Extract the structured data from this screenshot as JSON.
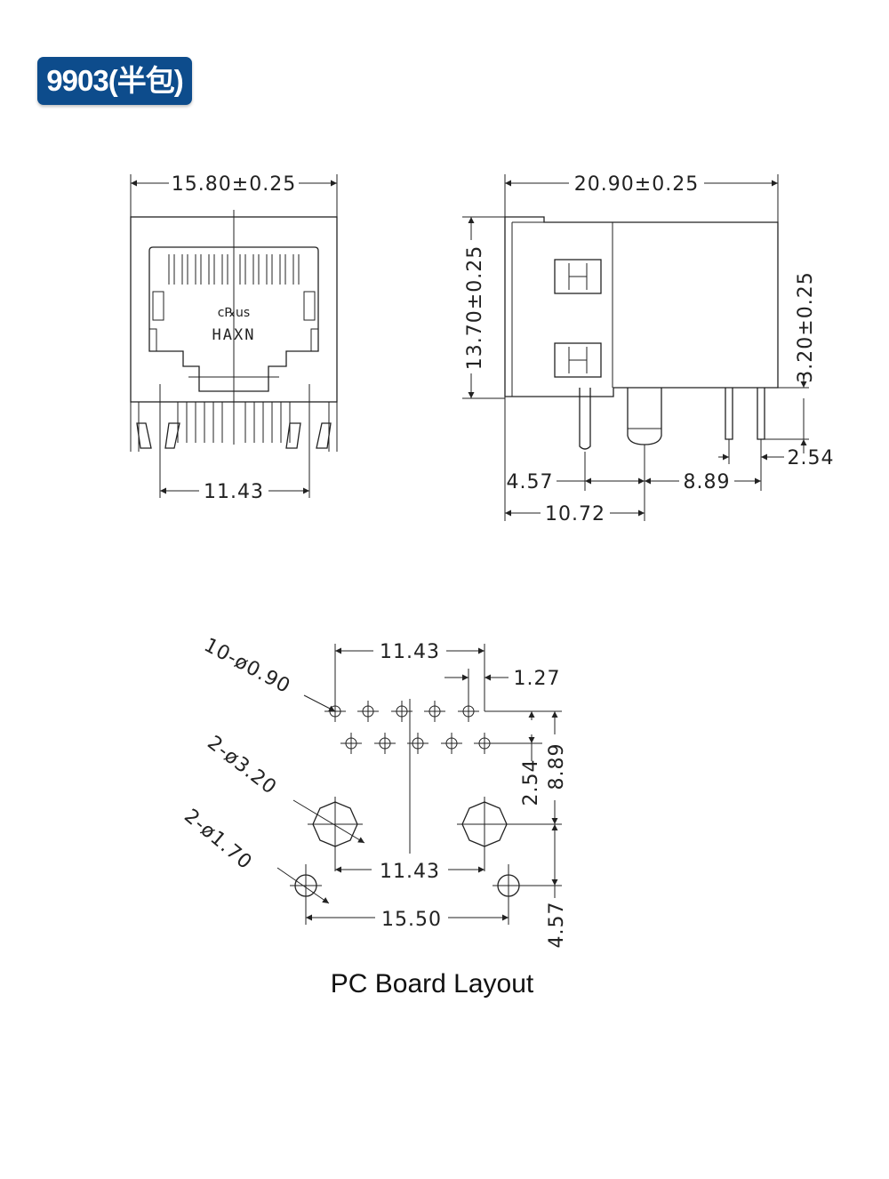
{
  "title": "9903(半包)",
  "caption": "PC Board Layout",
  "colors": {
    "badge": "#0d4c8c",
    "line": "#222222"
  },
  "front_view": {
    "width_dim": "15.80±0.25",
    "pin_span_dim": "11.43",
    "marking": "HAXN",
    "cert_mark": "c℞us"
  },
  "side_view": {
    "length_dim": "20.90±0.25",
    "height_dim": "13.70±0.25",
    "pin_length_dim": "3.20±0.25",
    "pitch_dim": "2.54",
    "offset_a_dim": "4.57",
    "offset_b_dim": "8.89",
    "offset_c_dim": "10.72"
  },
  "pcb_layout": {
    "top_span_dim": "11.43",
    "pitch_dim": "1.27",
    "signal_holes": "10-ø0.90",
    "mount_holes": "2-ø3.20",
    "shield_holes": "2-ø1.70",
    "mount_span_dim": "11.43",
    "shield_span_dim": "15.50",
    "row_gap_dim": "2.54",
    "vertical_a_dim": "8.89",
    "vertical_b_dim": "4.57"
  }
}
